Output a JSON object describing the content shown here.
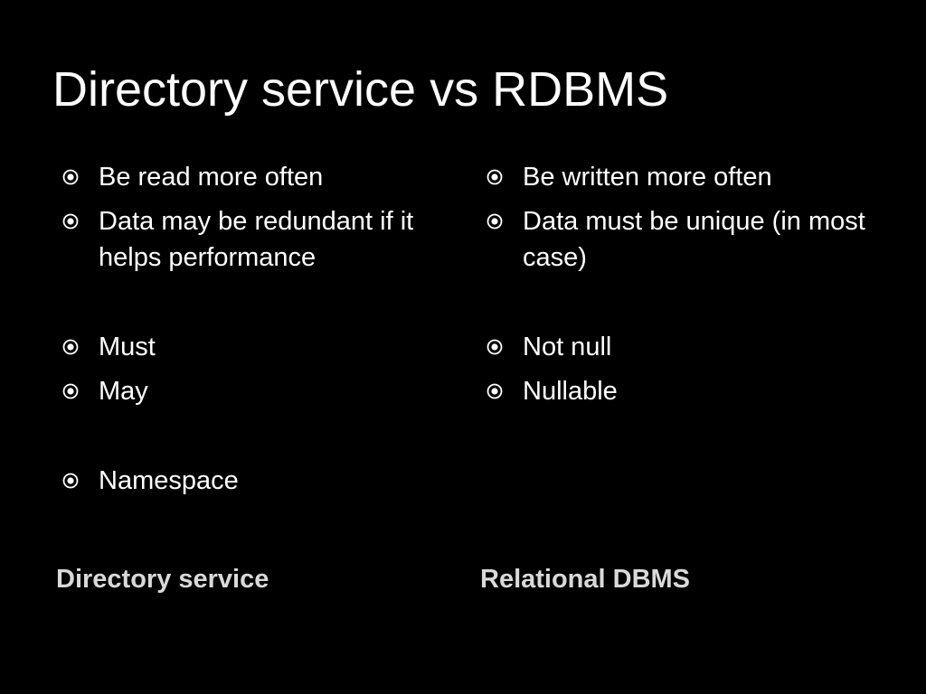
{
  "slide": {
    "title": "Directory service vs RDBMS"
  },
  "left_column": {
    "heading": "Directory service",
    "bullets": [
      "Be read more often",
      "Data may be redundant if it helps performance",
      "Must",
      "May",
      "Namespace"
    ]
  },
  "right_column": {
    "heading": "Relational DBMS",
    "bullets": [
      "Be written more often",
      "Data must be unique (in most case)",
      "Not null",
      "Nullable"
    ]
  },
  "colors": {
    "background": "#000000",
    "text": "#ffffff",
    "heading": "#d9d9d9"
  },
  "icons": {
    "bullet": "circled-dot-icon"
  }
}
